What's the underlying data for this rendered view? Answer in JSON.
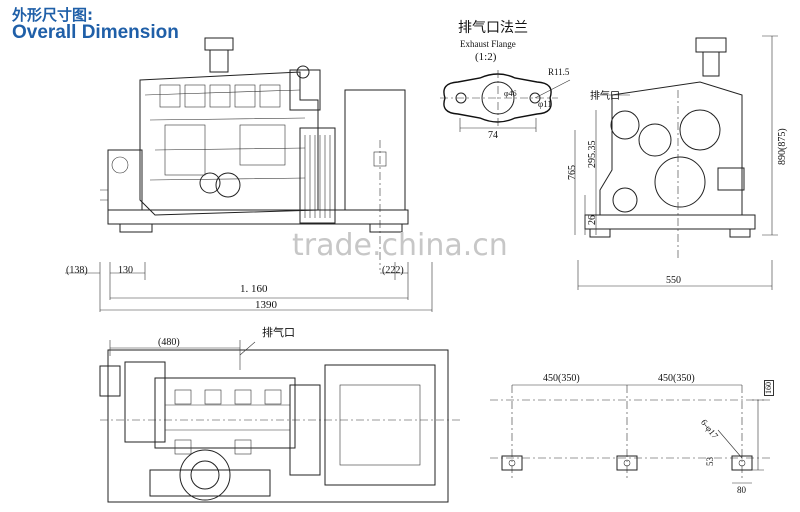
{
  "header": {
    "title_cn": "外形尺寸图:",
    "title_en": "Overall Dimension"
  },
  "watermark": "trade.china.cn",
  "flange": {
    "title_cn": "排气口法兰",
    "title_en": "Exhaust Flange",
    "scale": "(1:2)",
    "dim_r": "R11.5",
    "dim_d": "φ11",
    "dim_c": "φ46",
    "dim_w": "74"
  },
  "side_view": {
    "exhaust_cn": "排气口",
    "dims": {
      "h765": "765",
      "h295": "295.35",
      "h26": "26",
      "h890": "890(875)",
      "w550": "550"
    }
  },
  "front_view": {
    "dims": {
      "d138": "(138)",
      "d130": "130",
      "d222": "(222)",
      "d1160": "1. 160",
      "d1390": "1390"
    }
  },
  "top_view": {
    "exhaust_cn": "排气口",
    "d480": "(480)"
  },
  "base_view": {
    "d450a": "450(350)",
    "d450b": "450(350)",
    "hole": "6-φ17",
    "d53": "53",
    "d80": "80",
    "d160": "160"
  }
}
